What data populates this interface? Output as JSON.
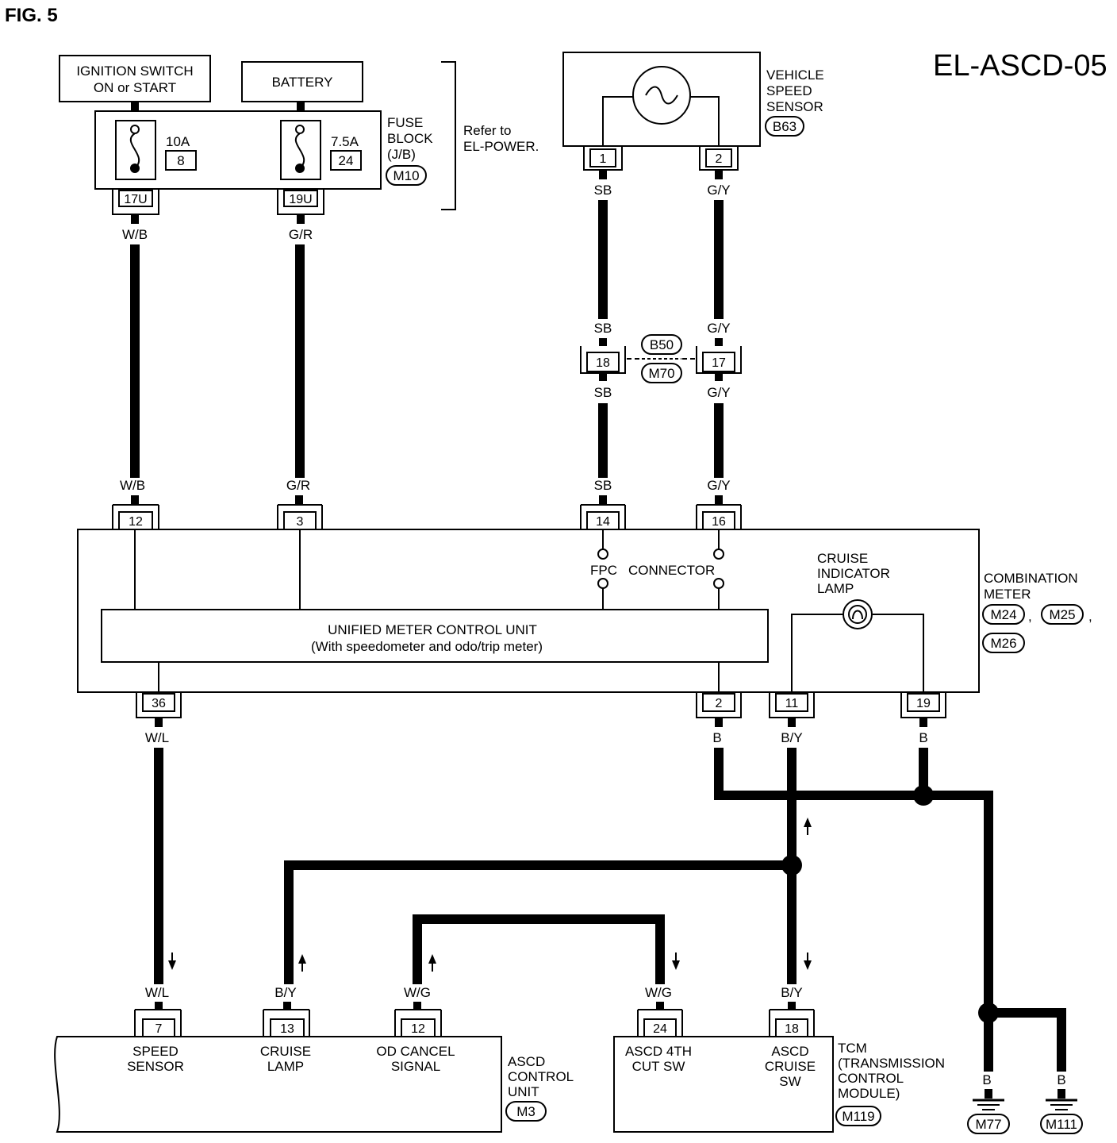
{
  "figure_label": "FIG. 5",
  "diagram_code": "EL-ASCD-05",
  "power": {
    "ignition_line1": "IGNITION SWITCH",
    "ignition_line2": "ON or START",
    "battery": "BATTERY",
    "fuse1_rating": "10A",
    "fuse1_number": "8",
    "fuse2_rating": "7.5A",
    "fuse2_number": "24",
    "fuse_block_line1": "FUSE",
    "fuse_block_line2": "BLOCK",
    "fuse_block_line3": "(J/B)",
    "fuse_block_connector": "M10",
    "refer_line1": "Refer to",
    "refer_line2": "EL-POWER.",
    "fuse1_terminal": "17U",
    "fuse2_terminal": "19U"
  },
  "vss": {
    "line1": "VEHICLE",
    "line2": "SPEED",
    "line3": "SENSOR",
    "connector": "B63",
    "pin1": "1",
    "pin2": "2"
  },
  "joint": {
    "connector_top": "B50",
    "connector_bottom": "M70",
    "pin_left": "18",
    "pin_right": "17"
  },
  "wires": {
    "wb": "W/B",
    "gr": "G/R",
    "sb": "SB",
    "gy": "G/Y",
    "wl": "W/L",
    "b": "B",
    "by": "B/Y",
    "wg": "W/G"
  },
  "meter": {
    "pin12": "12",
    "pin3": "3",
    "pin14": "14",
    "pin16": "16",
    "pin36": "36",
    "pin2": "2",
    "pin11": "11",
    "pin19": "19",
    "fpc": "FPC",
    "connector_word": "CONNECTOR",
    "cruise_line1": "CRUISE",
    "cruise_line2": "INDICATOR",
    "cruise_line3": "LAMP",
    "unit_line1": "UNIFIED METER CONTROL  UNIT",
    "unit_line2": "(With speedometer and odo/trip meter)",
    "label_line1": "COMBINATION",
    "label_line2": "METER",
    "conn1": "M24",
    "conn2": "M25",
    "conn3": "M26",
    "sep1": ",",
    "sep2": ","
  },
  "ascd": {
    "pin7": "7",
    "pin13": "13",
    "pin12": "12",
    "speed_line1": "SPEED",
    "speed_line2": "SENSOR",
    "cruise_line1": "CRUISE",
    "cruise_line2": "LAMP",
    "od_line1": "OD CANCEL",
    "od_line2": "SIGNAL",
    "label_line1": "ASCD",
    "label_line2": "CONTROL",
    "label_line3": "UNIT",
    "connector": "M3"
  },
  "tcm": {
    "pin24": "24",
    "pin18": "18",
    "cut_line1": "ASCD 4TH",
    "cut_line2": "CUT SW",
    "sw_line1": "ASCD",
    "sw_line2": "CRUISE",
    "sw_line3": "SW",
    "label_line1": "TCM",
    "label_line2": "(TRANSMISSION",
    "label_line3": "CONTROL",
    "label_line4": "MODULE)",
    "connector": "M119"
  },
  "grounds": {
    "g1": "M77",
    "g2": "M111"
  }
}
